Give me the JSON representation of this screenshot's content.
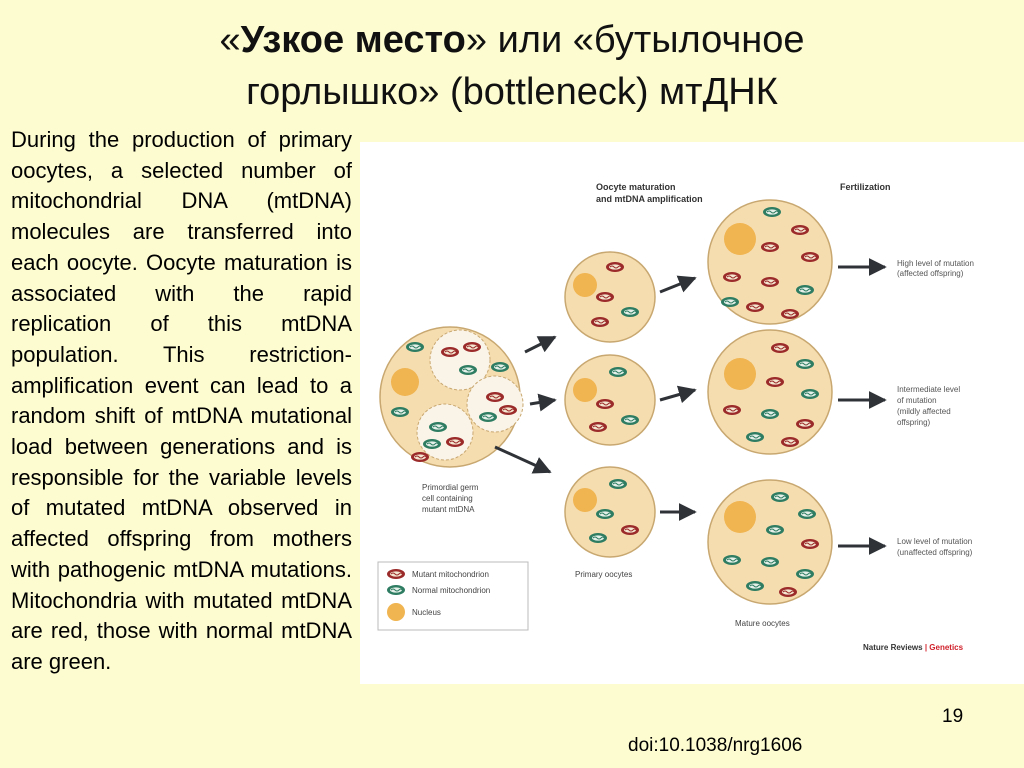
{
  "slide": {
    "title_part1_open": "«",
    "title_bold": "Узкое место",
    "title_part2": "» или «бутылочное",
    "title_line2": "горлышко» (bottleneck) мтДНК",
    "body": "During the production of primary oocytes, a selected number of mitochondrial DNA (mtDNA) molecules are transferred into each oocyte. Oocyte maturation is associated with the rapid replication of this mtDNA population. This restriction-amplification event can lead to a random shift of mtDNA mutational load between generations and is responsible for the variable levels of mutated mtDNA observed in affected offspring from mothers with pathogenic mtDNA mutations. Mitochondria with mutated mtDNA are red, those with normal mtDNA are green.",
    "doi": "doi:10.1038/nrg1606",
    "page_number": "19"
  },
  "figure": {
    "header_maturation_line1": "Oocyte maturation",
    "header_maturation_line2": "and mtDNA amplification",
    "header_fertilization": "Fertilization",
    "label_primordial_line1": "Primordial germ",
    "label_primordial_line2": "cell containing",
    "label_primordial_line3": "mutant mtDNA",
    "label_primary": "Primary oocytes",
    "label_mature": "Mature oocytes",
    "outcome_high_line1": "High level of mutation",
    "outcome_high_line2": "(affected offspring)",
    "outcome_mid_line1": "Intermediate level",
    "outcome_mid_line2": "of mutation",
    "outcome_mid_line3": "(mildly affected",
    "outcome_mid_line4": "offspring)",
    "outcome_low_line1": "Low level of mutation",
    "outcome_low_line2": "(unaffected offspring)",
    "legend_mutant": "Mutant mitochondrion",
    "legend_normal": "Normal mitochondrion",
    "legend_nucleus": "Nucleus",
    "credit_journal": "Nature Reviews",
    "credit_sep": " | ",
    "credit_section": "Genetics",
    "colors": {
      "cell_fill": "#f6ddb0",
      "cell_stroke": "#c8a870",
      "nucleus": "#f0b450",
      "mutant": "#9b2a2a",
      "normal": "#2e7d62",
      "arrow": "#2f3338",
      "genetics_red": "#d0202a"
    }
  }
}
